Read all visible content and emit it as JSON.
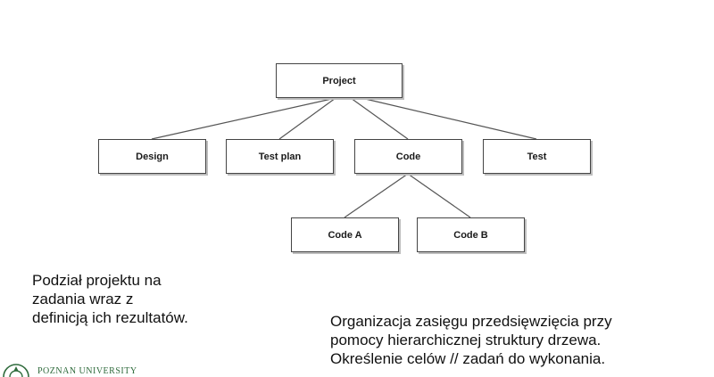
{
  "diagram": {
    "nodes": [
      {
        "id": "project",
        "label": "Project"
      },
      {
        "id": "design",
        "label": "Design"
      },
      {
        "id": "testplan",
        "label": "Test plan"
      },
      {
        "id": "code",
        "label": "Code"
      },
      {
        "id": "test",
        "label": "Test"
      },
      {
        "id": "codea",
        "label": "Code A"
      },
      {
        "id": "codeb",
        "label": "Code B"
      }
    ],
    "edges": [
      {
        "from": "project",
        "to": "design"
      },
      {
        "from": "project",
        "to": "testplan"
      },
      {
        "from": "project",
        "to": "code"
      },
      {
        "from": "project",
        "to": "test"
      },
      {
        "from": "code",
        "to": "codea"
      },
      {
        "from": "code",
        "to": "codeb"
      }
    ]
  },
  "text_left": {
    "lines": [
      "Podział projektu na",
      "zadania wraz z",
      "definicją ich rezultatów."
    ]
  },
  "text_right": {
    "lines": [
      "Organizacja zasięgu przedsięwzięcia przy",
      "pomocy hierarchicznej struktury drzewa.",
      "Określenie celów // zadań do wykonania."
    ]
  },
  "footer": {
    "logo_text": "POZNAN UNIVERSITY",
    "brand_color": "#2f6b3c"
  }
}
